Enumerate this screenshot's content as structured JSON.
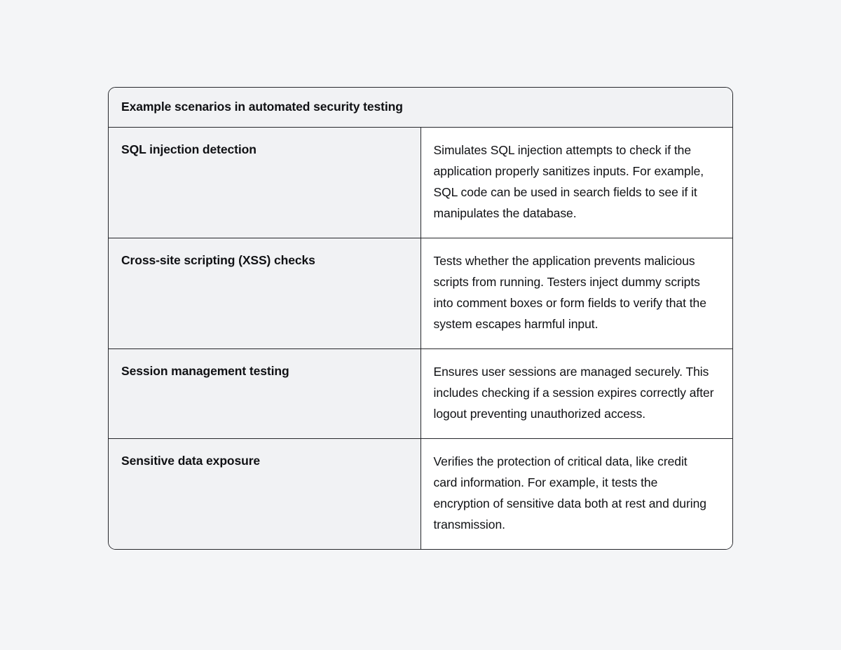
{
  "page": {
    "background_color": "#f4f5f7"
  },
  "table": {
    "border_color": "#26272b",
    "term_column_background": "#f1f2f4",
    "desc_column_background": "#ffffff",
    "header": {
      "title": "Example scenarios in automated security testing"
    },
    "rows": [
      {
        "term": "SQL injection detection",
        "description": "Simulates SQL injection attempts to check if the application properly sanitizes inputs. For example, SQL code can be used in search fields to see if it manipulates the database."
      },
      {
        "term": "Cross-site scripting (XSS) checks",
        "description": "Tests whether the application prevents malicious scripts from running. Testers inject dummy scripts into comment boxes or form fields to verify that the system escapes harmful input."
      },
      {
        "term": "Session management testing",
        "description": "Ensures user sessions are managed securely. This includes checking if a session expires correctly after logout preventing unauthorized access."
      },
      {
        "term": "Sensitive data exposure",
        "description": "Verifies the protection of critical data, like credit card information. For example, it tests the encryption of sensitive data both at rest and during transmission."
      }
    ]
  }
}
